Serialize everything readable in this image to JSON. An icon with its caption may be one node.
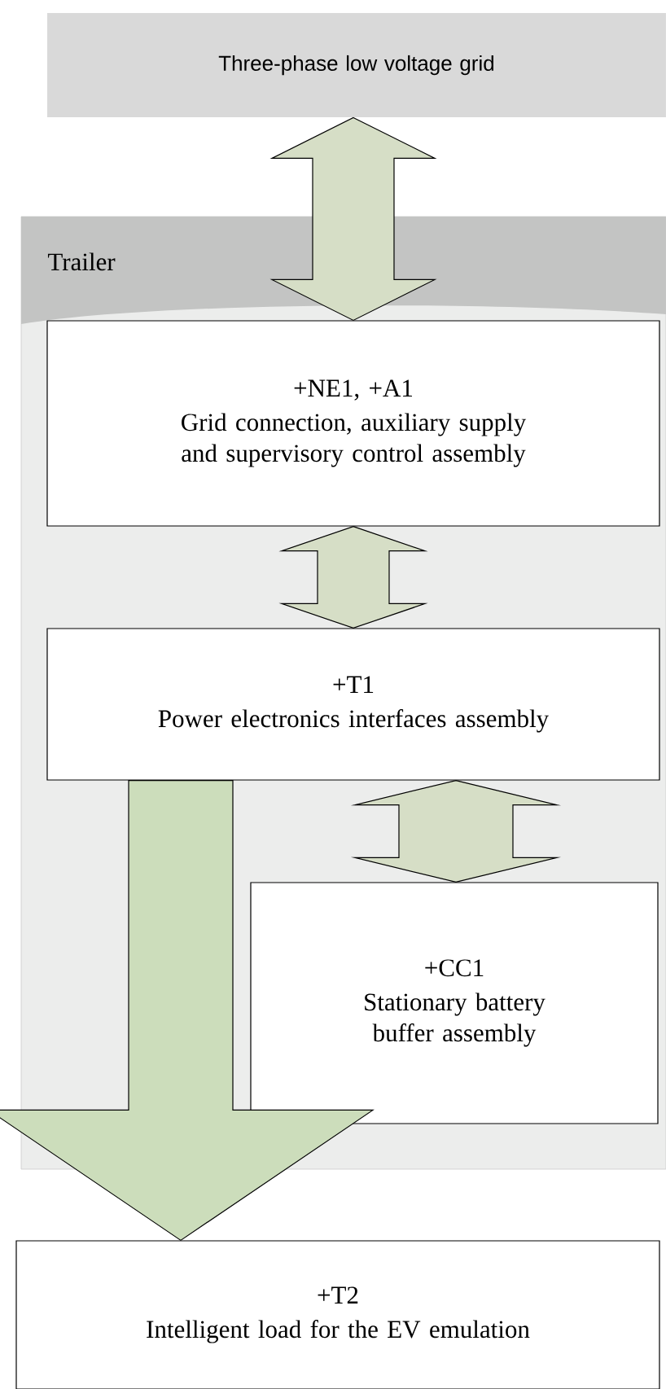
{
  "diagram": {
    "nodes": [
      {
        "text": [
          "Three-phase low voltage grid"
        ]
      },
      {
        "text": [
          "Trailer"
        ]
      },
      {
        "text": [
          "+NE1, +A1",
          "Grid connection, auxiliary supply and supervisory control assembly"
        ],
        "in": 1
      },
      {
        "text": [
          "+T1",
          "Power electronics interfaces assembly"
        ],
        "in": 1
      },
      {
        "text": [
          "+CC1",
          "Stationary battery buffer assembly"
        ],
        "in": 1
      },
      {
        "text": [
          "+T2",
          "Intelligent load for the EV emulation"
        ]
      }
    ],
    "edges": [
      {
        "from": 0,
        "to": 2,
        "arrow": "both"
      },
      {
        "from": 2,
        "to": 3,
        "arrow": "both"
      },
      {
        "from": 3,
        "to": 4,
        "arrow": "both"
      },
      {
        "from": 3,
        "to": 5,
        "arrow": "to"
      }
    ]
  }
}
